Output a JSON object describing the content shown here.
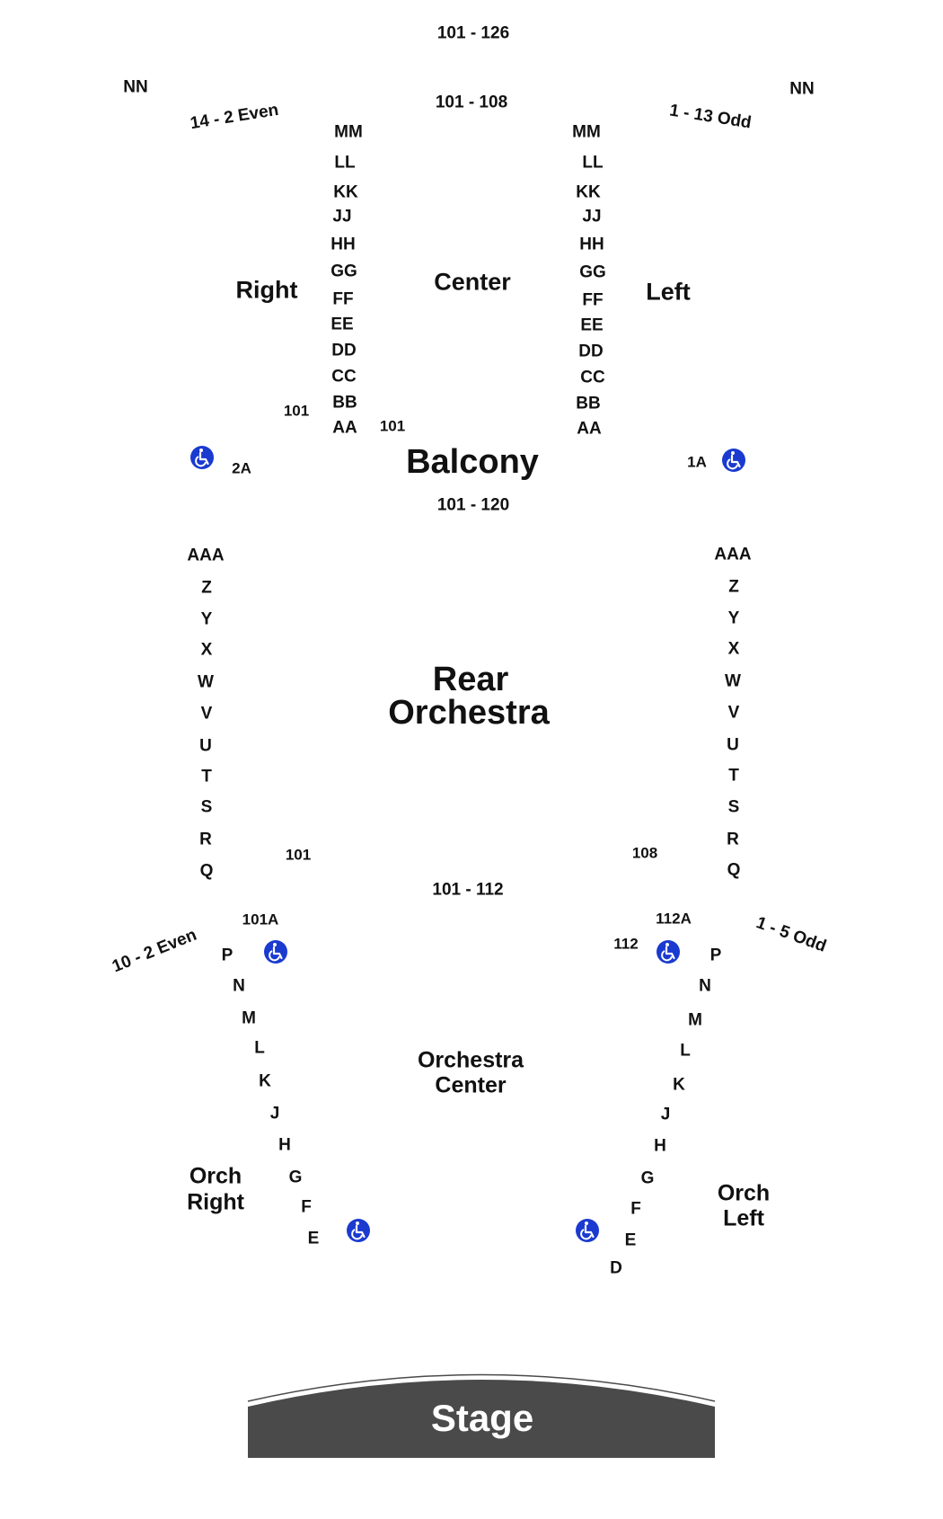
{
  "balcony": {
    "title": "Balcony",
    "top_range": "101 - 126",
    "center_range": "101 - 108",
    "nn_left": "NN",
    "nn_right": "NN",
    "right_range": "14 - 2 Even",
    "left_range": "1 - 13 Odd",
    "sections": {
      "right": "Right",
      "center": "Center",
      "left": "Left"
    },
    "rows_left": [
      "MM",
      "LL",
      "KK",
      "JJ",
      "HH",
      "GG",
      "FF",
      "EE",
      "DD",
      "CC",
      "BB",
      "AA"
    ],
    "rows_right": [
      "MM",
      "LL",
      "KK",
      "JJ",
      "HH",
      "GG",
      "FF",
      "EE",
      "DD",
      "CC",
      "BB",
      "AA"
    ],
    "seat_101_a": "101",
    "seat_101_b": "101",
    "seat_2a": "2A",
    "seat_1a": "1A"
  },
  "rear_orchestra": {
    "title_line1": "Rear",
    "title_line2": "Orchestra",
    "range": "101 - 120",
    "rows_left": [
      "AAA",
      "Z",
      "Y",
      "X",
      "W",
      "V",
      "U",
      "T",
      "S",
      "R",
      "Q"
    ],
    "rows_right": [
      "AAA",
      "Z",
      "Y",
      "X",
      "W",
      "V",
      "U",
      "T",
      "S",
      "R",
      "Q"
    ],
    "seat_left": "101",
    "seat_right": "108"
  },
  "orchestra": {
    "range": "101 - 112",
    "seat_101a": "101A",
    "seat_112a": "112A",
    "seat_112": "112",
    "right_range": "10 - 2 Even",
    "left_range": "1 - 5 Odd",
    "center_line1": "Orchestra",
    "center_line2": "Center",
    "orch_right_line1": "Orch",
    "orch_right_line2": "Right",
    "orch_left_line1": "Orch",
    "orch_left_line2": "Left",
    "rows_left": [
      "P",
      "N",
      "M",
      "L",
      "K",
      "J",
      "H",
      "G",
      "F",
      "E"
    ],
    "rows_right": [
      "P",
      "N",
      "M",
      "L",
      "K",
      "J",
      "H",
      "G",
      "F",
      "E",
      "D"
    ]
  },
  "stage": {
    "label": "Stage"
  },
  "colors": {
    "accessible_blue": "#1a3ad0",
    "stage_fill": "#4a4a4a",
    "text": "#111111"
  },
  "icons": {
    "accessible_seating": "wheelchair-icon"
  }
}
